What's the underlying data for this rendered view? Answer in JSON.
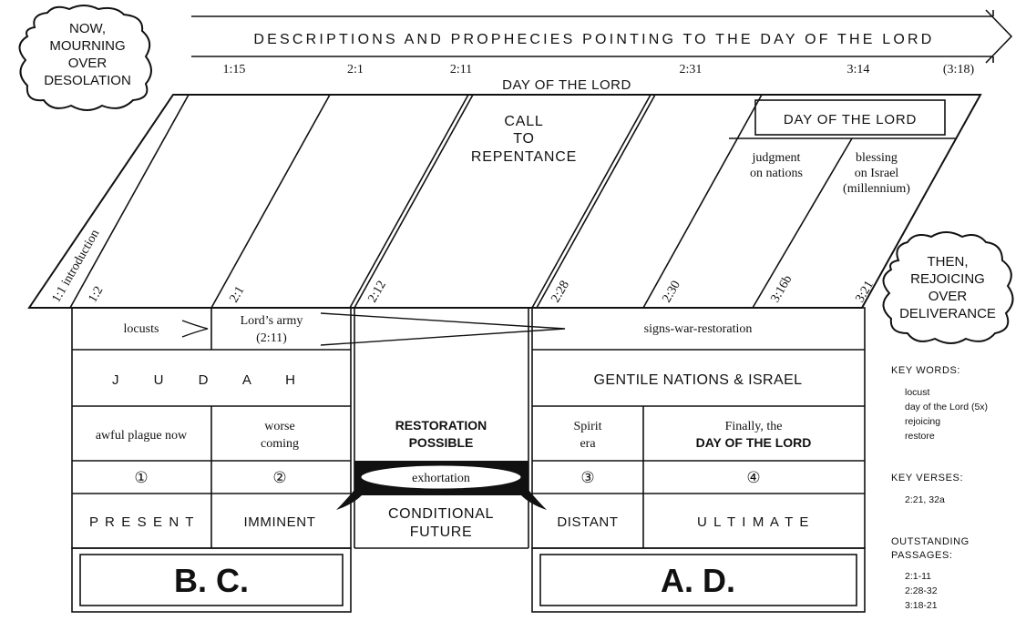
{
  "banner": {
    "title": "DESCRIPTIONS AND PROPHECIES POINTING TO THE DAY OF THE LORD",
    "refs": [
      "1:15",
      "2:1",
      "2:11",
      "2:31",
      "3:14",
      "(3:18)"
    ],
    "subtitle": "DAY OF THE LORD"
  },
  "cloud_left": {
    "lines": [
      "NOW,",
      "MOURNING",
      "OVER",
      "DESOLATION"
    ]
  },
  "cloud_right": {
    "lines": [
      "THEN,",
      "REJOICING",
      "OVER",
      "DELIVERANCE"
    ]
  },
  "header": {
    "col_labels": [
      "1:1 introduction",
      "1:2",
      "2:1",
      "2:12",
      "2:28",
      "2:30",
      "3:16b",
      "3:21"
    ],
    "call_to_repentance": [
      "CALL",
      "TO",
      "REPENTANCE"
    ],
    "day_of_lord_box": "DAY OF THE LORD",
    "judgment": [
      "judgment",
      "on nations"
    ],
    "blessing": [
      "blessing",
      "on Israel",
      "(millennium)"
    ]
  },
  "rows": {
    "locusts": "locusts",
    "lords_army": [
      "Lord’s army",
      "(2:11)"
    ],
    "signs": "signs-war-restoration",
    "judah": "J U D A H",
    "gentile": "GENTILE NATIONS & ISRAEL",
    "awful": "awful plague now",
    "worse": [
      "worse",
      "coming"
    ],
    "restoration": [
      "RESTORATION",
      "POSSIBLE"
    ],
    "spirit": [
      "Spirit",
      "era"
    ],
    "finally": [
      "Finally, the",
      "DAY OF THE LORD"
    ],
    "nums": [
      "①",
      "②",
      "③",
      "④"
    ],
    "exhortation": "exhortation",
    "present": "P R E S E N T",
    "imminent": "IMMINENT",
    "conditional": [
      "CONDITIONAL",
      "FUTURE"
    ],
    "distant": "DISTANT",
    "ultimate": "U L T I M A T E",
    "bc": "B. C.",
    "ad": "A. D."
  },
  "sidebar": {
    "key_words_title": "KEY WORDS:",
    "key_words": [
      "locust",
      "day of the Lord (5x)",
      "rejoicing",
      "restore"
    ],
    "key_verses_title": "KEY VERSES:",
    "key_verses": [
      "2:21, 32a"
    ],
    "passages_title": [
      "OUTSTANDING",
      "PASSAGES:"
    ],
    "passages": [
      "2:1-11",
      "2:28-32",
      "3:18-21"
    ]
  }
}
